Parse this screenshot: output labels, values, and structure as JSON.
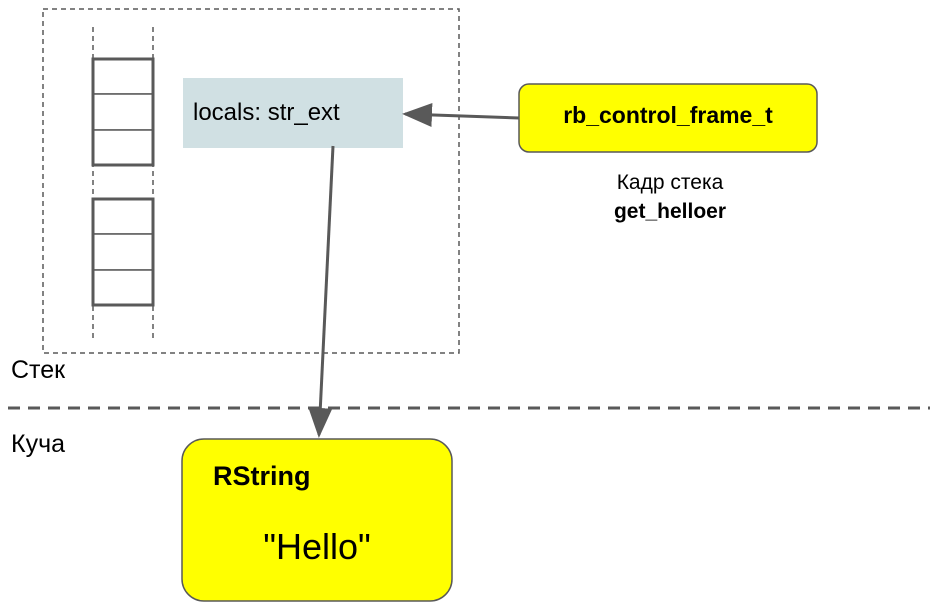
{
  "stack": {
    "label": "Стек",
    "locals_label": "locals: str_ext",
    "frame_count": 2,
    "slots_per_frame": 3
  },
  "heap": {
    "label": "Куча"
  },
  "control_frame": {
    "label": "rb_control_frame_t",
    "caption_line1": "Кадр стека",
    "caption_line2": "get_helloer"
  },
  "rstring": {
    "type_label": "RString",
    "value_label": "\"Hello\""
  },
  "colors": {
    "yellow": "#ffff00",
    "locals_bg": "#d0e0e3",
    "arrow": "#595959",
    "dashed": "#595959",
    "slot_border": "#595959"
  }
}
